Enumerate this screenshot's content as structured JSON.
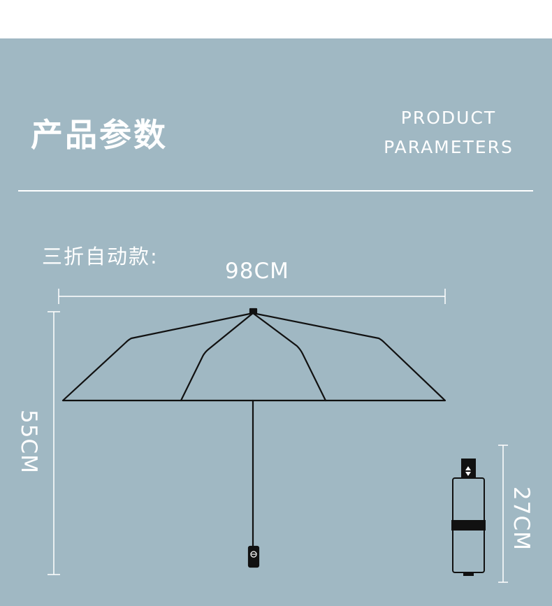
{
  "header": {
    "title_cn": "产品参数",
    "title_en_line1": "PRODUCT",
    "title_en_line2": "PARAMETERS"
  },
  "product": {
    "model_label": "三折自动款:"
  },
  "dimensions": {
    "open_width": "98CM",
    "open_height": "55CM",
    "folded_length": "27CM"
  },
  "colors": {
    "background": "#a0b8c3",
    "line": "#ffffff",
    "umbrella_stroke": "#111111"
  },
  "icons": {
    "handle_button": "open-close-button-icon",
    "folded_button": "up-down-arrow-icon"
  }
}
